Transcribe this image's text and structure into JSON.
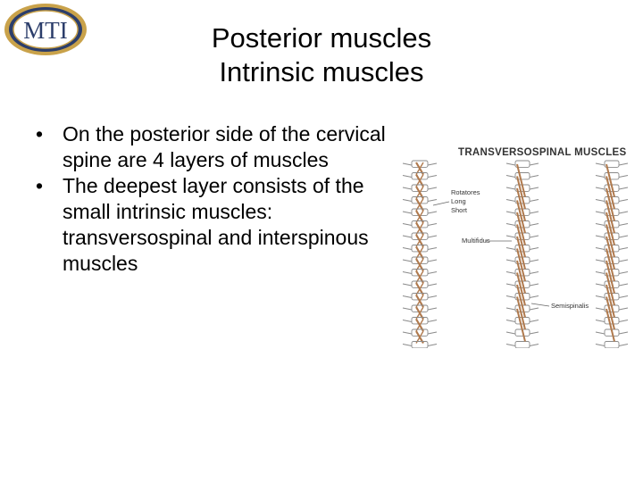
{
  "logo": {
    "text": "MTI"
  },
  "title": {
    "line1": "Posterior muscles",
    "line2": "Intrinsic muscles"
  },
  "bullets": [
    "On the posterior side of the cervical spine are 4 layers of muscles",
    "The deepest layer consists of the small intrinsic muscles: transversospinal and interspinous muscles"
  ],
  "figure": {
    "heading": "TRANSVERSOSPINAL MUSCLES",
    "labels": {
      "rotatores": "Rotatores",
      "long": "Long",
      "short": "Short",
      "multifidus": "Multifidus",
      "semispinalis": "Semispinalis"
    },
    "colors": {
      "muscle": "#b07a4e",
      "bone": "#8a8a8a",
      "logo_ring": "#2c3e6b",
      "logo_fill": "#ffffff",
      "logo_text": "#2c3e6b"
    }
  }
}
